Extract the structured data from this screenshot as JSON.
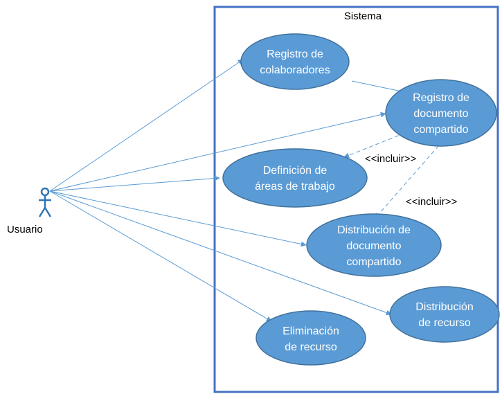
{
  "system": {
    "title": "Sistema"
  },
  "actor": {
    "name": "Usuario",
    "icon": "stick-figure-icon"
  },
  "use_cases": {
    "registro_colaboradores": [
      "Registro de",
      "colaboradores"
    ],
    "registro_documento": [
      "Registro de",
      "documento",
      "compartido"
    ],
    "definicion_areas": [
      "Definición de",
      "áreas de trabajo"
    ],
    "distribucion_documento": [
      "Distribución de",
      "documento",
      "compartido"
    ],
    "distribucion_recurso": [
      "Distribución",
      "de recurso"
    ],
    "eliminacion_recurso": [
      "Eliminación",
      "de recurso"
    ]
  },
  "relations": {
    "include_1": "<<incluir>>",
    "include_2": "<<incluir>>"
  },
  "colors": {
    "ellipse_fill": "#5b9bd5",
    "ellipse_stroke": "#41719c",
    "line": "#5b9bd5",
    "system_border": "#4472c4",
    "actor": "#2e75b6"
  }
}
